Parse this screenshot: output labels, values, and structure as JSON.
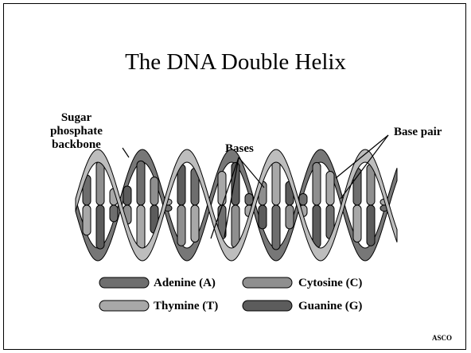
{
  "title": "The DNA Double Helix",
  "labels": {
    "backbone": [
      "Sugar",
      "phosphate",
      "backbone"
    ],
    "bases": "Bases",
    "base_pair": "Base pair"
  },
  "legend": [
    {
      "label": "Adenine (A)",
      "color": "#6e6e6e"
    },
    {
      "label": "Cytosine (C)",
      "color": "#8f8f8f"
    },
    {
      "label": "Thymine (T)",
      "color": "#a8a8a8"
    },
    {
      "label": "Guanine (G)",
      "color": "#5c5c5c"
    }
  ],
  "colors": {
    "strand_dark": "#777777",
    "strand_light": "#bdbdbd",
    "outline": "#000000"
  },
  "footer": "ASCO"
}
